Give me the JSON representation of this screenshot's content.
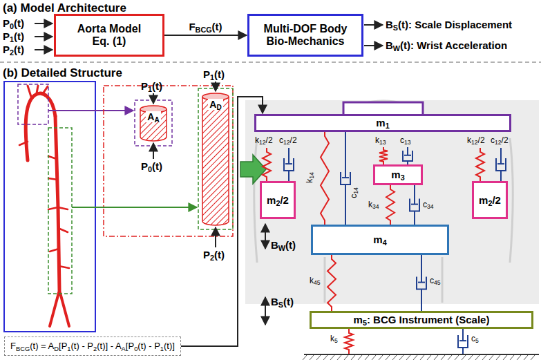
{
  "diagram": {
    "nodes": [
      {
        "text": [
          "Aorta Model Eq. (1)"
        ]
      },
      {
        "text": [
          "Multi-DOF Body Bio-Mechanics"
        ]
      },
      {
        "text": [
          "AA"
        ]
      },
      {
        "text": [
          "AD"
        ]
      },
      {
        "text": [
          "m1"
        ]
      },
      {
        "text": [
          "m2/2"
        ]
      },
      {
        "text": [
          "m3"
        ]
      },
      {
        "text": [
          "m2/2"
        ]
      },
      {
        "text": [
          "m4"
        ]
      },
      {
        "text": [
          "m5: BCG Instrument (Scale)"
        ]
      },
      {
        "text": [
          "FBCG(t) = AD[P1(t) - P2(t)] - AA[P0(t) - P1(t)]"
        ]
      }
    ],
    "edges": [
      {
        "from": 0,
        "to": 1,
        "label": "FBCG(t)",
        "arrow": "to"
      },
      {
        "from": 10,
        "to": 4,
        "arrow": "to"
      }
    ],
    "labels": [
      "(a) Model Architecture",
      "P0(t)",
      "P1(t)",
      "P2(t)",
      "BS(t): Scale Displacement",
      "BW(t): Wrist Acceleration",
      "(b) Detailed Structure",
      "P1(t)",
      "P0(t)",
      "P1(t)",
      "P2(t)",
      "k12/2",
      "c12/2",
      "k14",
      "c14",
      "k13",
      "c13",
      "k34",
      "c34",
      "k12/2",
      "c12/2",
      "BW(t)",
      "BS(t)",
      "k45",
      "c45",
      "k5",
      "c5"
    ]
  }
}
